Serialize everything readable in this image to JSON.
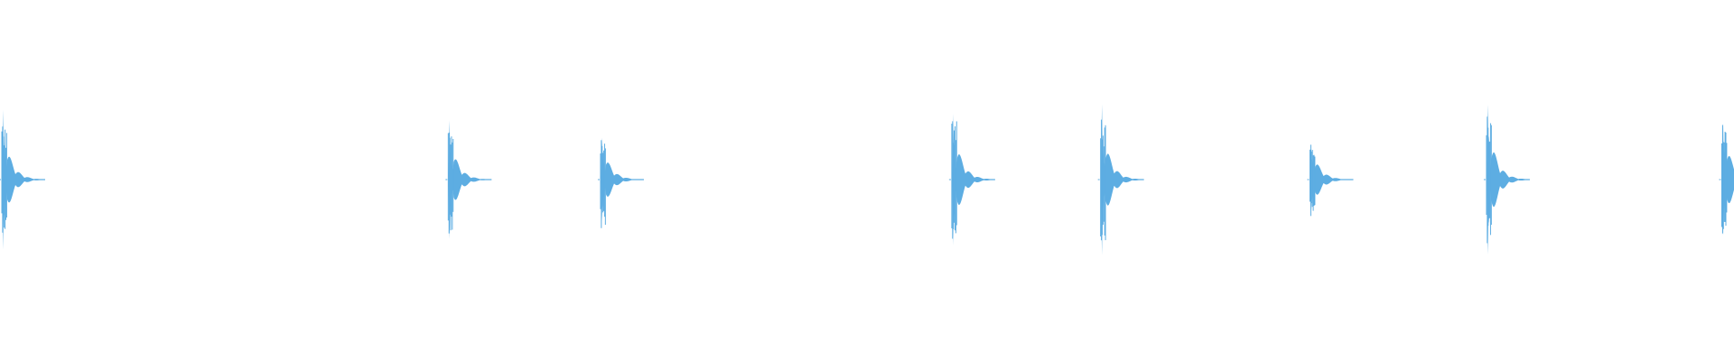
{
  "waveform": {
    "color": "#5dade2",
    "background": "#ffffff",
    "peak_scale": 1.0,
    "bursts": [
      {
        "time": 0.0,
        "peak": 0.7,
        "end": 0.7
      },
      {
        "time": 0.258,
        "peak": 0.62,
        "end": 0.71
      },
      {
        "time": 0.346,
        "peak": 0.52,
        "end": 0.64
      },
      {
        "time": 0.549,
        "peak": 0.77,
        "end": 0.78
      },
      {
        "time": 0.635,
        "peak": 0.79,
        "end": 0.8
      },
      {
        "time": 0.756,
        "peak": 0.46,
        "end": 0.48
      },
      {
        "time": 0.858,
        "peak": 0.83,
        "end": 0.84
      },
      {
        "time": 0.994,
        "peak": 0.72,
        "end": 0.71
      }
    ]
  }
}
